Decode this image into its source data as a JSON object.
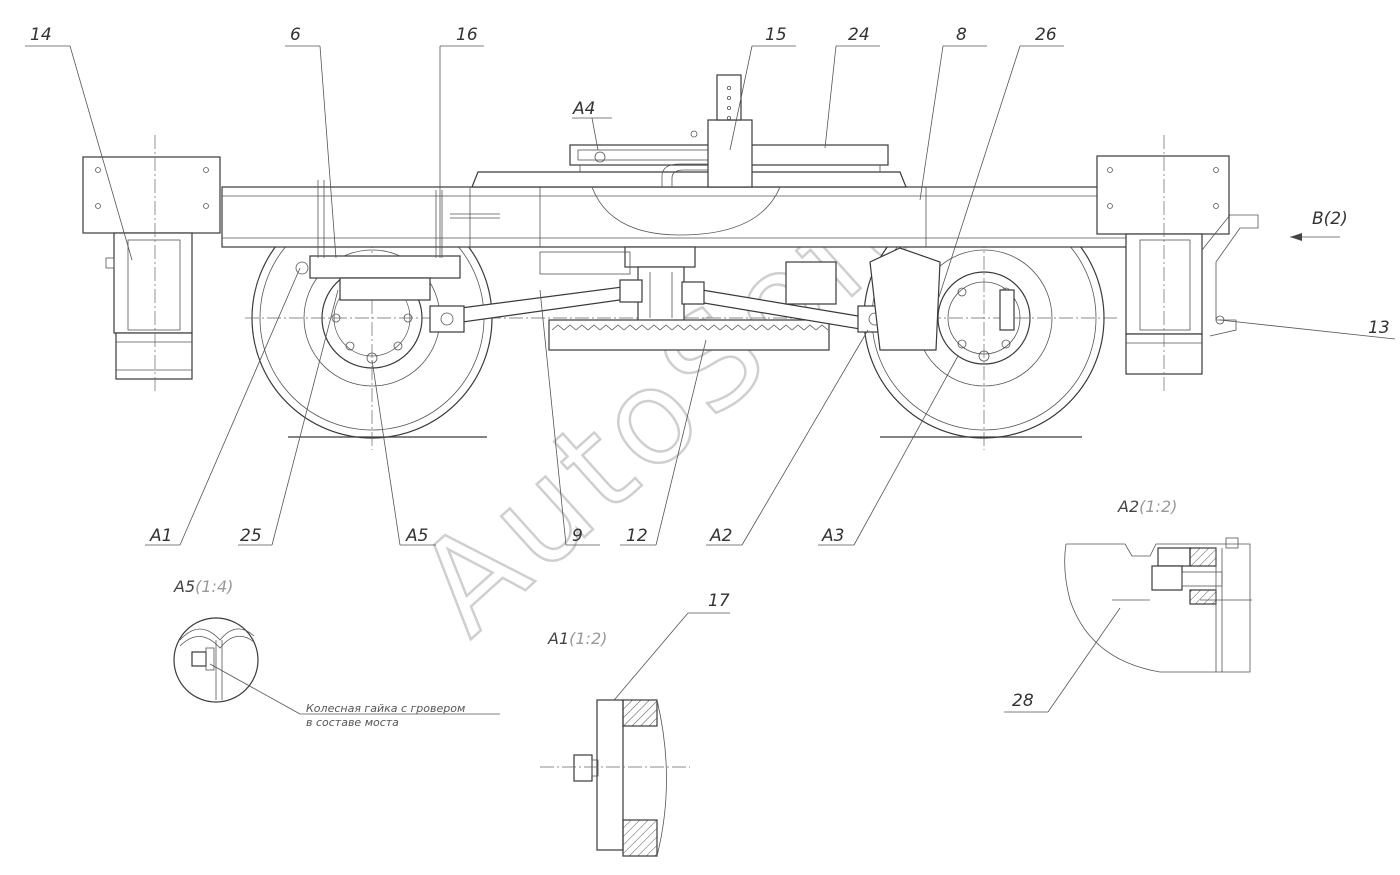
{
  "callouts": {
    "c14": "14",
    "c6": "6",
    "c16": "16",
    "c15": "15",
    "c24": "24",
    "c8": "8",
    "c26": "26",
    "c13": "13",
    "cA1": "A1",
    "c25": "25",
    "cA5": "A5",
    "c9": "9",
    "c12": "12",
    "cA2": "A2",
    "cA3": "A3",
    "cA4": "A4",
    "cB2": "B(2)",
    "c17": "17",
    "c28": "28"
  },
  "details": {
    "a5": {
      "name": "A5",
      "scale": "(1:4)"
    },
    "a1": {
      "name": "A1",
      "scale": "(1:2)"
    },
    "a2": {
      "name": "A2",
      "scale": "(1:2)"
    }
  },
  "note": {
    "line1": "Колесная гайка с гровером",
    "line2": "в составе моста"
  },
  "watermark": "AutoSoft"
}
